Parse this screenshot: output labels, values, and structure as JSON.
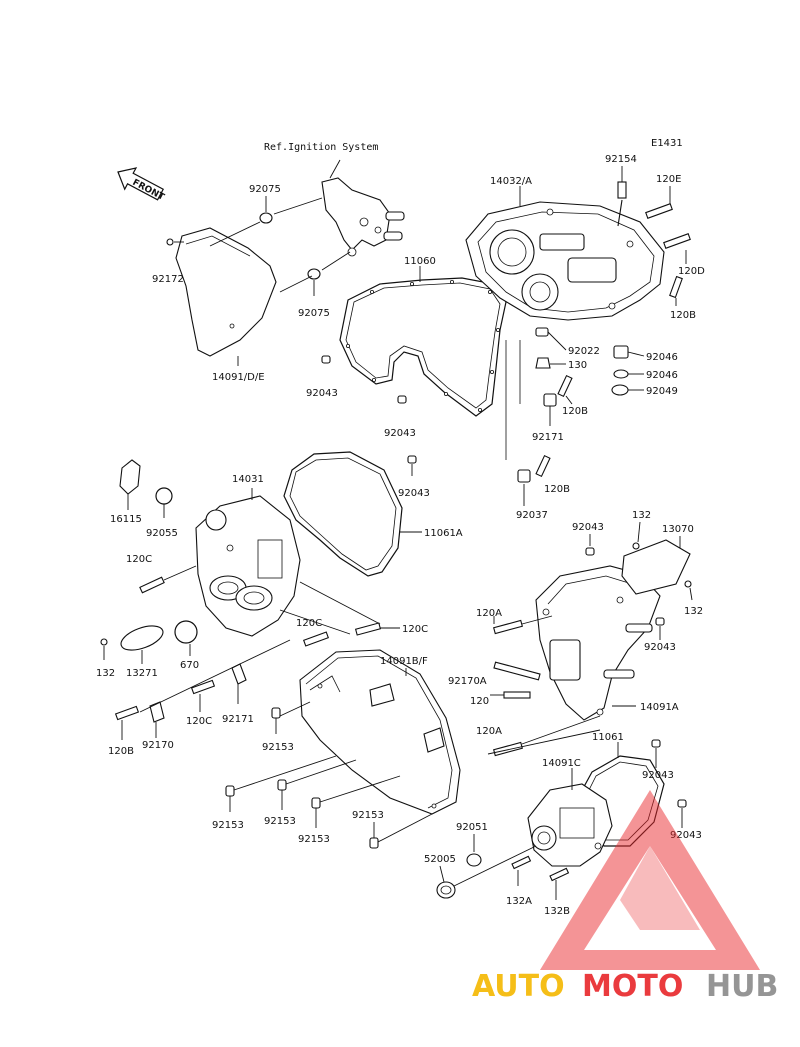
{
  "diagram": {
    "code": "E1431",
    "ref_note": "Ref.Ignition System",
    "front_label": "FRONT",
    "labels": [
      {
        "id": "l92154",
        "text": "92154"
      },
      {
        "id": "l120E",
        "text": "120E"
      },
      {
        "id": "l14032A",
        "text": "14032/A"
      },
      {
        "id": "l92075a",
        "text": "92075"
      },
      {
        "id": "l92172",
        "text": "92172"
      },
      {
        "id": "l92075b",
        "text": "92075"
      },
      {
        "id": "l14091DE",
        "text": "14091/D/E"
      },
      {
        "id": "l11060",
        "text": "11060"
      },
      {
        "id": "l92043a",
        "text": "92043"
      },
      {
        "id": "l92043b",
        "text": "92043"
      },
      {
        "id": "l120D",
        "text": "120D"
      },
      {
        "id": "l120Ba",
        "text": "120B"
      },
      {
        "id": "l92022",
        "text": "92022"
      },
      {
        "id": "l130",
        "text": "130"
      },
      {
        "id": "l92046a",
        "text": "92046"
      },
      {
        "id": "l92046b",
        "text": "92046"
      },
      {
        "id": "l92049",
        "text": "92049"
      },
      {
        "id": "l120Bb",
        "text": "120B"
      },
      {
        "id": "l92171a",
        "text": "92171"
      },
      {
        "id": "l120Bc",
        "text": "120B"
      },
      {
        "id": "l92037",
        "text": "92037"
      },
      {
        "id": "l14031",
        "text": "14031"
      },
      {
        "id": "l92043c",
        "text": "92043"
      },
      {
        "id": "l16115",
        "text": "16115"
      },
      {
        "id": "l92055",
        "text": "92055"
      },
      {
        "id": "l11061A",
        "text": "11061A"
      },
      {
        "id": "l92043d",
        "text": "92043"
      },
      {
        "id": "l132a",
        "text": "132"
      },
      {
        "id": "l13070",
        "text": "13070"
      },
      {
        "id": "l120Ca",
        "text": "120C"
      },
      {
        "id": "l132b",
        "text": "132"
      },
      {
        "id": "l120A1",
        "text": "120A"
      },
      {
        "id": "l120Cb",
        "text": "120C"
      },
      {
        "id": "l120Cc",
        "text": "120C"
      },
      {
        "id": "l92043e",
        "text": "92043"
      },
      {
        "id": "l132c",
        "text": "132"
      },
      {
        "id": "l13271",
        "text": "13271"
      },
      {
        "id": "l670",
        "text": "670"
      },
      {
        "id": "l14091BF",
        "text": "14091B/F"
      },
      {
        "id": "l92170A",
        "text": "92170A"
      },
      {
        "id": "l120",
        "text": "120"
      },
      {
        "id": "l120Cd",
        "text": "120C"
      },
      {
        "id": "l92171b",
        "text": "92171"
      },
      {
        "id": "l14091A",
        "text": "14091A"
      },
      {
        "id": "l120Bd",
        "text": "120B"
      },
      {
        "id": "l92170",
        "text": "92170"
      },
      {
        "id": "l92153a",
        "text": "92153"
      },
      {
        "id": "l120A2",
        "text": "120A"
      },
      {
        "id": "l11061",
        "text": "11061"
      },
      {
        "id": "l14091C",
        "text": "14091C"
      },
      {
        "id": "l92043f",
        "text": "92043"
      },
      {
        "id": "l92153b",
        "text": "92153"
      },
      {
        "id": "l92153c",
        "text": "92153"
      },
      {
        "id": "l92153d",
        "text": "92153"
      },
      {
        "id": "l92153e",
        "text": "92153"
      },
      {
        "id": "l92051",
        "text": "92051"
      },
      {
        "id": "l92043g",
        "text": "92043"
      },
      {
        "id": "l52005",
        "text": "52005"
      },
      {
        "id": "l132A",
        "text": "132A"
      },
      {
        "id": "l132B",
        "text": "132B"
      }
    ]
  },
  "watermark": {
    "part1": "AUTO",
    "part2": "MOTO",
    "part3": "HUB",
    "color1": "#f5b800",
    "color2": "#e8262a",
    "color3": "#8a8a8a"
  }
}
